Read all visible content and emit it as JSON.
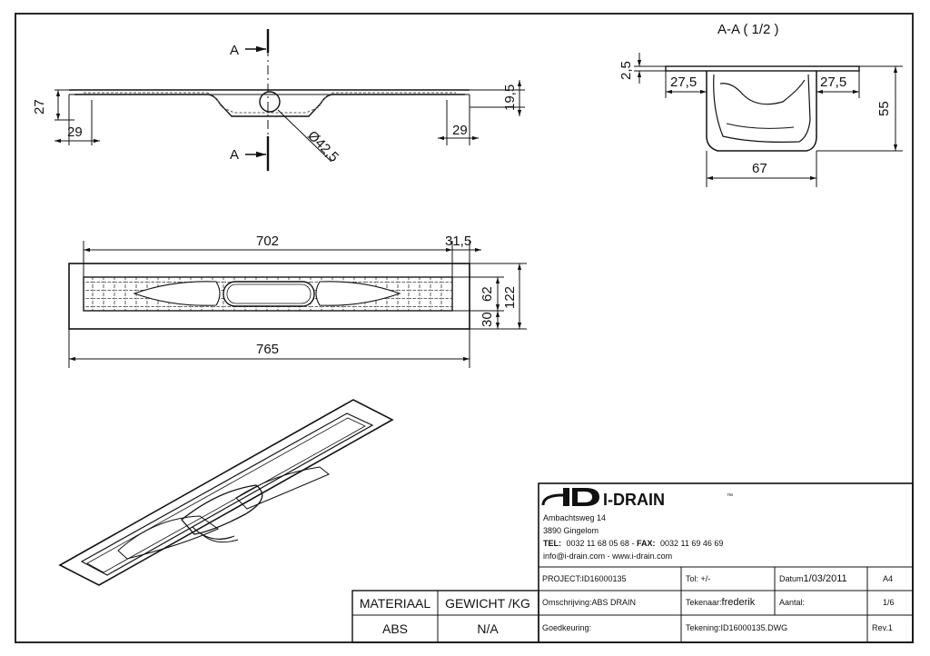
{
  "section": {
    "title": "A-A ( 1/2 )",
    "marker": "A",
    "dims": {
      "flange_h": "2,5",
      "flange_left": "27,5",
      "flange_right": "27,5",
      "height": "55",
      "width": "67"
    }
  },
  "side_view": {
    "dims": {
      "left_h": "27",
      "left_w": "29",
      "right_h": "19,5",
      "right_w": "29",
      "outlet_diam": "Ø42,5"
    }
  },
  "top_view": {
    "dims": {
      "grate_len": "702",
      "end_offset": "31,5",
      "total_len": "765",
      "grate_w": "62",
      "side_w": "30",
      "total_w": "122"
    }
  },
  "title_block": {
    "brand": "I-DRAIN",
    "address_line1": "Ambachtsweg 14",
    "address_line2": "3890 Gingelom",
    "tel_label": "TEL:",
    "tel": "0032 11 68 05 68",
    "fax_label": "FAX:",
    "fax": "0032 11 69 46 69",
    "web": "info@i-drain.com - www.i-drain.com",
    "project": "PROJECT:ID16000135",
    "tol": "Tol: +/-",
    "datum_label": "Datum",
    "datum_value": "1/03/2011",
    "format": "A4",
    "omschrijving": "Omschrijving:ABS DRAIN",
    "tekenaar_label": "Tekenaar:",
    "tekenaar_value": "frederik",
    "aantal": "Aantal:",
    "sheet": "1/6",
    "goedkeuring": "Goedkeuring:",
    "tekening": "Tekening:ID16000135.DWG",
    "rev": "Rev.1",
    "materiaal_header": "MATERIAAL",
    "gewicht_header": "GEWICHT /KG",
    "materiaal_value": "ABS",
    "gewicht_value": "N/A"
  }
}
